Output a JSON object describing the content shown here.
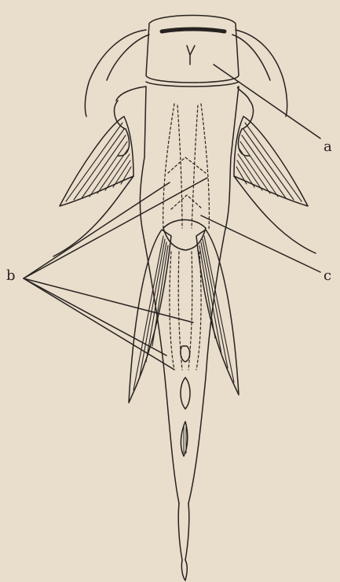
{
  "labels": {
    "a": "a",
    "b": "b",
    "c": "c"
  },
  "colors": {
    "paper": "#e9ddcb",
    "ink": "#262220"
  }
}
